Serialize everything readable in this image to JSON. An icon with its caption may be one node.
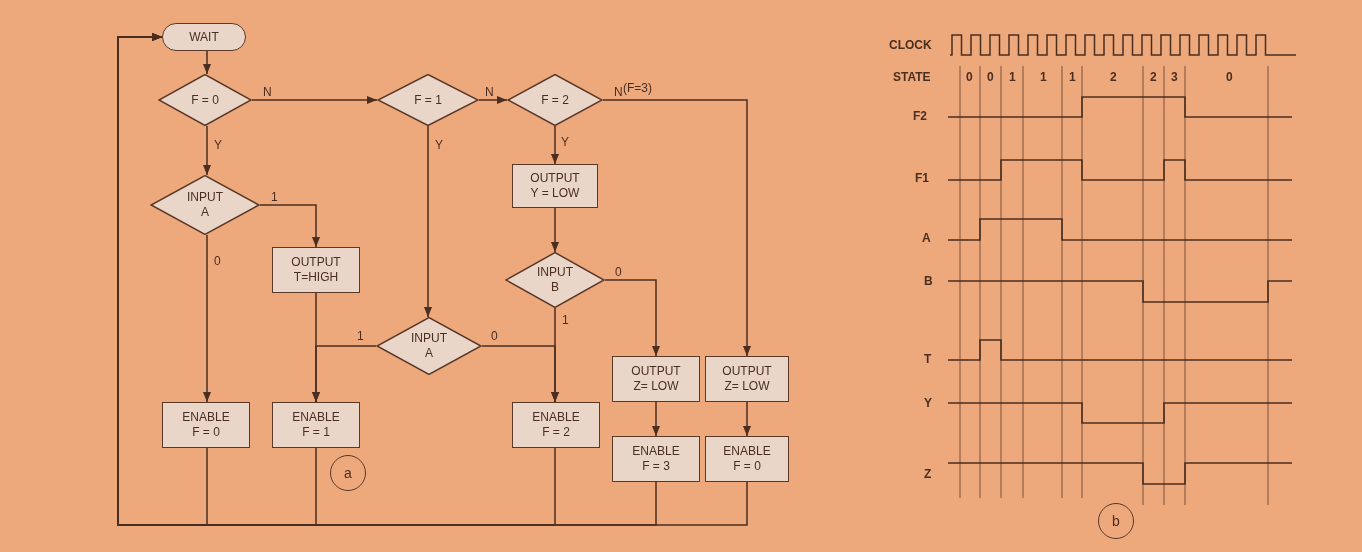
{
  "diagram": {
    "nodes": [
      {
        "text": [
          "WAIT"
        ]
      },
      {
        "text": [
          "F = 0"
        ]
      },
      {
        "text": [
          "F = 1"
        ]
      },
      {
        "text": [
          "F = 2"
        ]
      },
      {
        "text": [
          "INPUT A"
        ]
      },
      {
        "text": [
          "OUTPUT T=HIGH"
        ]
      },
      {
        "text": [
          "OUTPUT Y = LOW"
        ]
      },
      {
        "text": [
          "INPUT B"
        ]
      },
      {
        "text": [
          "INPUT A"
        ]
      },
      {
        "text": [
          "ENABLE F = 0"
        ]
      },
      {
        "text": [
          "ENABLE F = 1"
        ]
      },
      {
        "text": [
          "ENABLE F = 2"
        ]
      },
      {
        "text": [
          "OUTPUT Z= LOW"
        ]
      },
      {
        "text": [
          "ENABLE F = 3"
        ]
      },
      {
        "text": [
          "OUTPUT Z= LOW"
        ]
      },
      {
        "text": [
          "ENABLE F = 0"
        ]
      },
      {
        "text": [
          "a"
        ]
      },
      {
        "text": [
          "b"
        ]
      }
    ],
    "edges": [
      {
        "from": 0,
        "to": 1,
        "arrow": "to"
      },
      {
        "from": 1,
        "to": 2,
        "arrow": "to",
        "label": "N"
      },
      {
        "from": 1,
        "to": 4,
        "arrow": "to",
        "label": "Y"
      },
      {
        "from": 2,
        "to": 3,
        "arrow": "to",
        "label": "N"
      },
      {
        "from": 2,
        "to": 8,
        "arrow": "to",
        "label": "Y"
      },
      {
        "from": 3,
        "to": 6,
        "arrow": "to",
        "label": "Y"
      },
      {
        "from": 3,
        "to": 14,
        "arrow": "to",
        "label": "N"
      },
      {
        "from": 6,
        "to": 7,
        "arrow": "to"
      },
      {
        "from": 4,
        "to": 5,
        "arrow": "to",
        "label": "1"
      },
      {
        "from": 4,
        "to": 9,
        "arrow": "to",
        "label": "0"
      },
      {
        "from": 5,
        "to": 10,
        "arrow": "to"
      },
      {
        "from": 8,
        "to": 10,
        "arrow": "to",
        "label": "1"
      },
      {
        "from": 8,
        "to": 11,
        "arrow": "to",
        "label": "0"
      },
      {
        "from": 7,
        "to": 11,
        "arrow": "to",
        "label": "1"
      },
      {
        "from": 7,
        "to": 12,
        "arrow": "to",
        "label": "0"
      },
      {
        "from": 12,
        "to": 13,
        "arrow": "to"
      },
      {
        "from": 14,
        "to": 15,
        "arrow": "to"
      },
      {
        "from": 9,
        "to": 0,
        "arrow": "to"
      },
      {
        "from": 10,
        "to": 0,
        "arrow": "to"
      },
      {
        "from": 11,
        "to": 0,
        "arrow": "to"
      },
      {
        "from": 13,
        "to": 0,
        "arrow": "to"
      },
      {
        "from": 15,
        "to": 0,
        "arrow": "to"
      }
    ],
    "labels": [
      "(F=3)",
      "CLOCK",
      "STATE",
      "0",
      "0",
      "1",
      "1",
      "1",
      "2",
      "2",
      "3",
      "0",
      "F2",
      "F1",
      "A",
      "B",
      "T",
      "Y",
      "Z"
    ]
  }
}
